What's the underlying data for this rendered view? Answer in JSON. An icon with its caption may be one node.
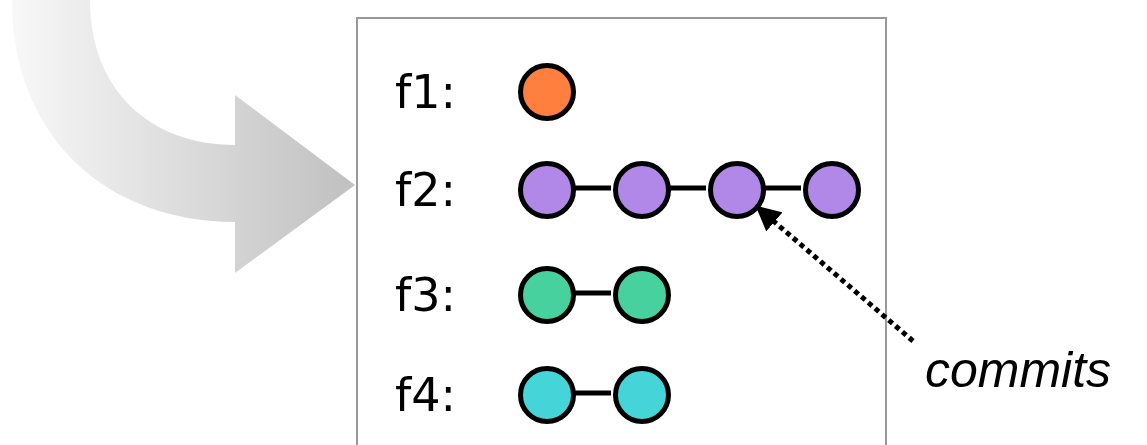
{
  "diagram": {
    "nodes": [
      {
        "text": [],
        "shape": "box"
      },
      {
        "text": [],
        "shape": "circle",
        "in": 0
      },
      {
        "text": [],
        "shape": "circle",
        "in": 0
      },
      {
        "text": [],
        "shape": "circle",
        "in": 0
      },
      {
        "text": [],
        "shape": "circle",
        "in": 0
      },
      {
        "text": [],
        "shape": "circle",
        "in": 0
      },
      {
        "text": [],
        "shape": "circle",
        "in": 0
      },
      {
        "text": [],
        "shape": "circle",
        "in": 0
      },
      {
        "text": [],
        "shape": "circle",
        "in": 0
      },
      {
        "text": [],
        "shape": "circle",
        "in": 0
      },
      {
        "text": [
          "commits"
        ]
      }
    ],
    "edges": [
      {
        "from": 2,
        "to": 3,
        "arrow": "none"
      },
      {
        "from": 3,
        "to": 4,
        "arrow": "none"
      },
      {
        "from": 4,
        "to": 5,
        "arrow": "none"
      },
      {
        "from": 6,
        "to": 7,
        "arrow": "none"
      },
      {
        "from": 8,
        "to": 9,
        "arrow": "none"
      },
      {
        "from": 10,
        "to": 4,
        "arrow": "to",
        "style": "dashed"
      },
      {
        "from": null,
        "to": 0,
        "arrow": "to",
        "style": "thick",
        "color": "#c0c0c0"
      }
    ],
    "labels": [
      "f1:",
      "f2:",
      "f3:",
      "f4:"
    ]
  }
}
